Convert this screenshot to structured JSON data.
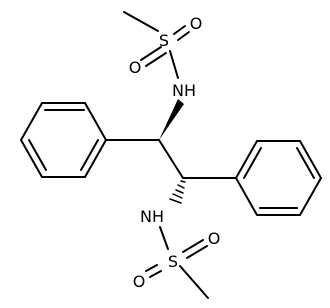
{
  "molecule": {
    "atoms": {
      "s_top": "S",
      "o_top_left": "O",
      "o_top_right": "O",
      "n_top": "NH",
      "n_bottom": "NH",
      "s_bottom": "S",
      "o_bottom_left": "O",
      "o_bottom_right": "O"
    },
    "colors": {
      "bond": "#000000",
      "label": "#000000",
      "background": "#ffffff"
    }
  }
}
